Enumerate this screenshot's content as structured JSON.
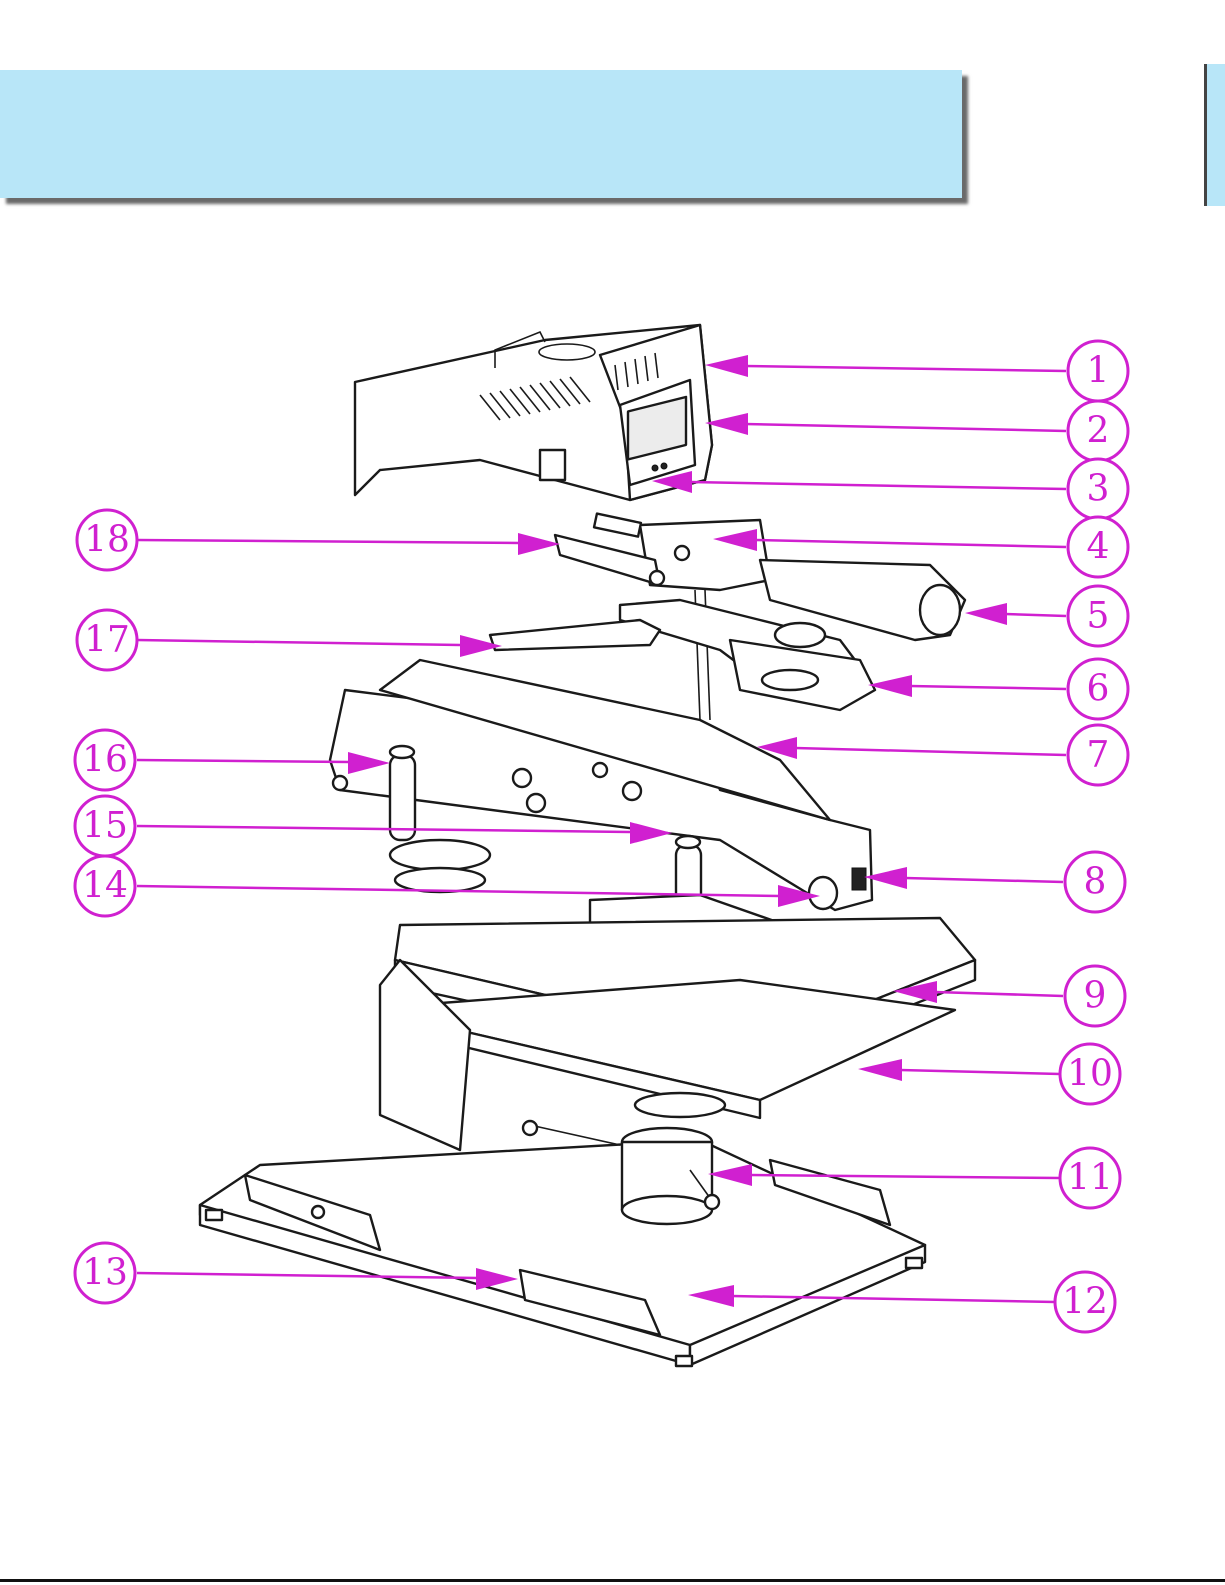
{
  "header": {
    "banner_color": "#b8e6f8"
  },
  "callouts": [
    {
      "id": "1"
    },
    {
      "id": "2"
    },
    {
      "id": "3"
    },
    {
      "id": "4"
    },
    {
      "id": "5"
    },
    {
      "id": "6"
    },
    {
      "id": "7"
    },
    {
      "id": "8"
    },
    {
      "id": "9"
    },
    {
      "id": "10"
    },
    {
      "id": "11"
    },
    {
      "id": "12"
    },
    {
      "id": "13"
    },
    {
      "id": "14"
    },
    {
      "id": "15"
    },
    {
      "id": "16"
    },
    {
      "id": "17"
    },
    {
      "id": "18"
    }
  ],
  "colors": {
    "callout": "#d020d0",
    "line_art": "#1a1a1a"
  }
}
